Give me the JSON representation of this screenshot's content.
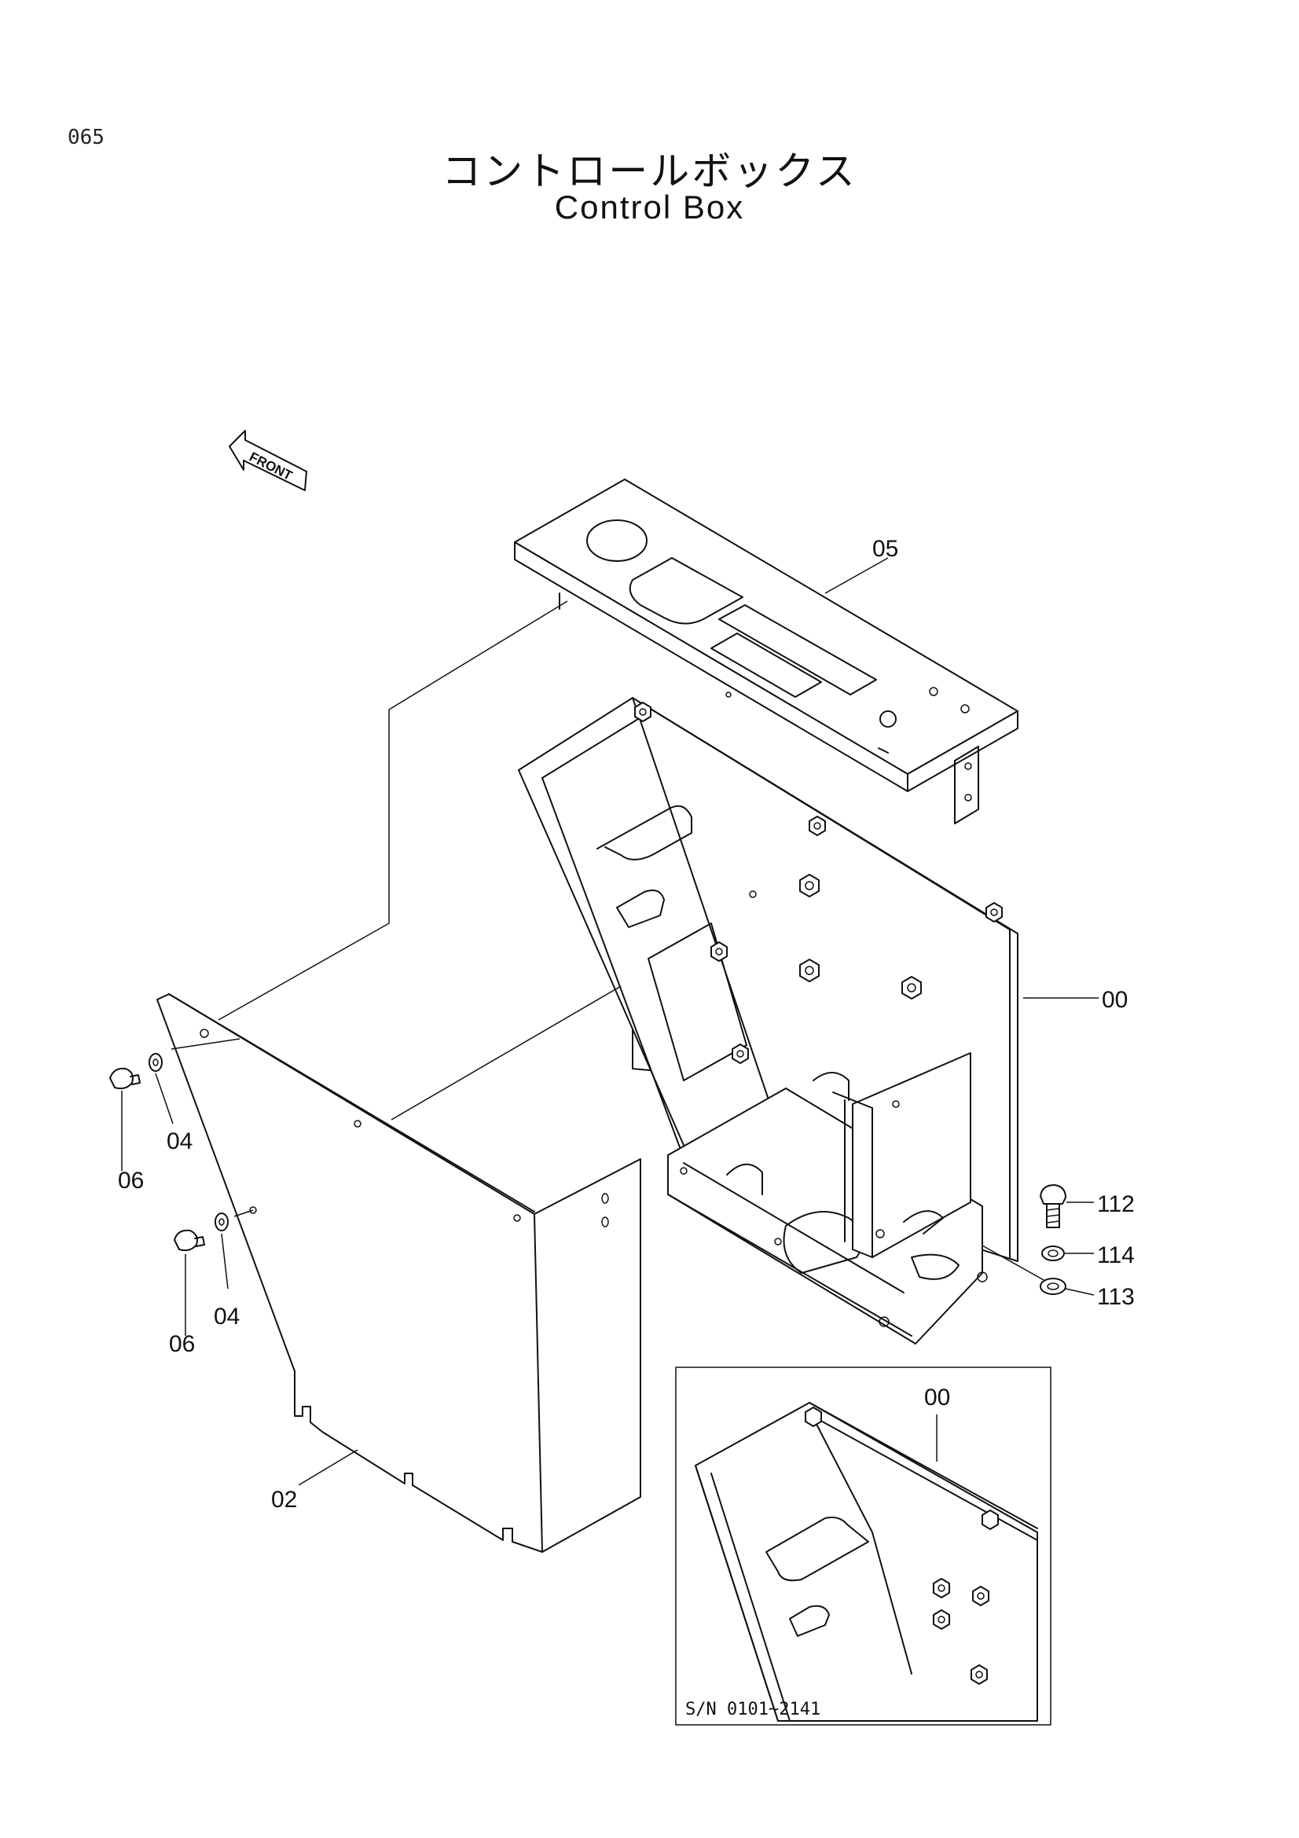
{
  "page_number": "065",
  "title": {
    "japanese": "コントロールボックス",
    "english": "Control Box"
  },
  "direction_marker": "FRONT",
  "callouts": {
    "part_05": "05",
    "part_00": "00",
    "part_04_upper": "04",
    "part_06_upper": "06",
    "part_04_lower": "04",
    "part_06_lower": "06",
    "part_02": "02",
    "part_112": "112",
    "part_114": "114",
    "part_113": "113"
  },
  "inset": {
    "callout": "00",
    "serial_range": "S/N 0101~2141"
  }
}
